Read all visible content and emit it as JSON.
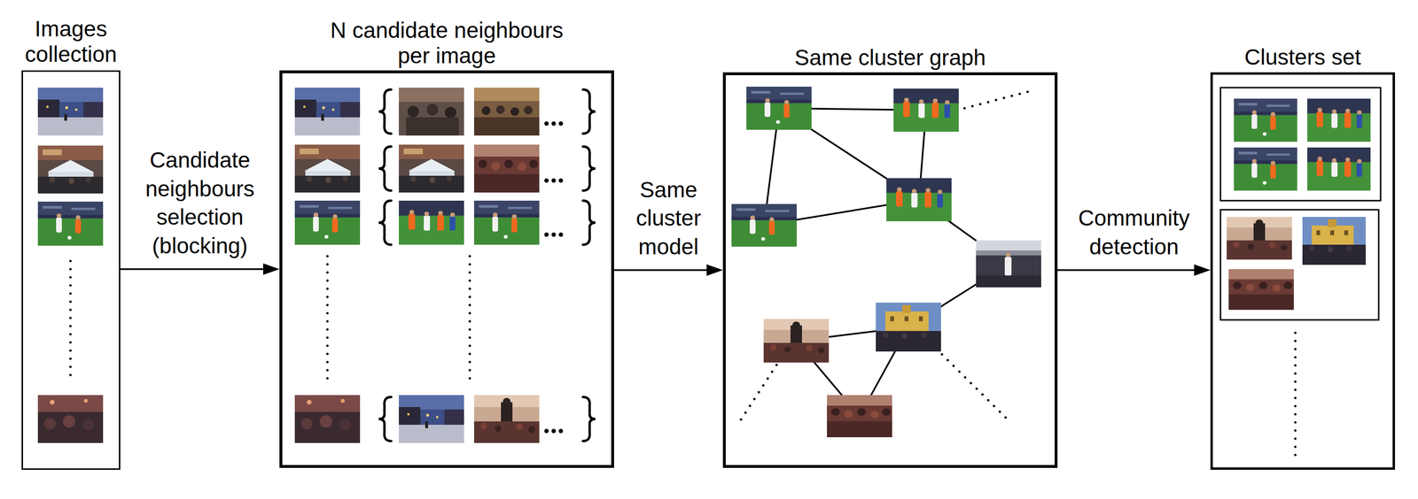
{
  "diagram": {
    "nodes": [
      {
        "text": [
          "Images collection"
        ]
      },
      {
        "text": [
          "N candidate neighbours per image"
        ]
      },
      {
        "text": [
          "Same cluster graph"
        ]
      },
      {
        "text": [
          "Clusters set"
        ]
      }
    ],
    "edges": [
      {
        "from": 0,
        "to": 1,
        "arrow": "to",
        "label": "Candidate neighbours selection (blocking)"
      },
      {
        "from": 1,
        "to": 2,
        "arrow": "to",
        "label": "Same cluster model"
      },
      {
        "from": 2,
        "to": 3,
        "arrow": "to",
        "label": "Community detection"
      }
    ]
  }
}
